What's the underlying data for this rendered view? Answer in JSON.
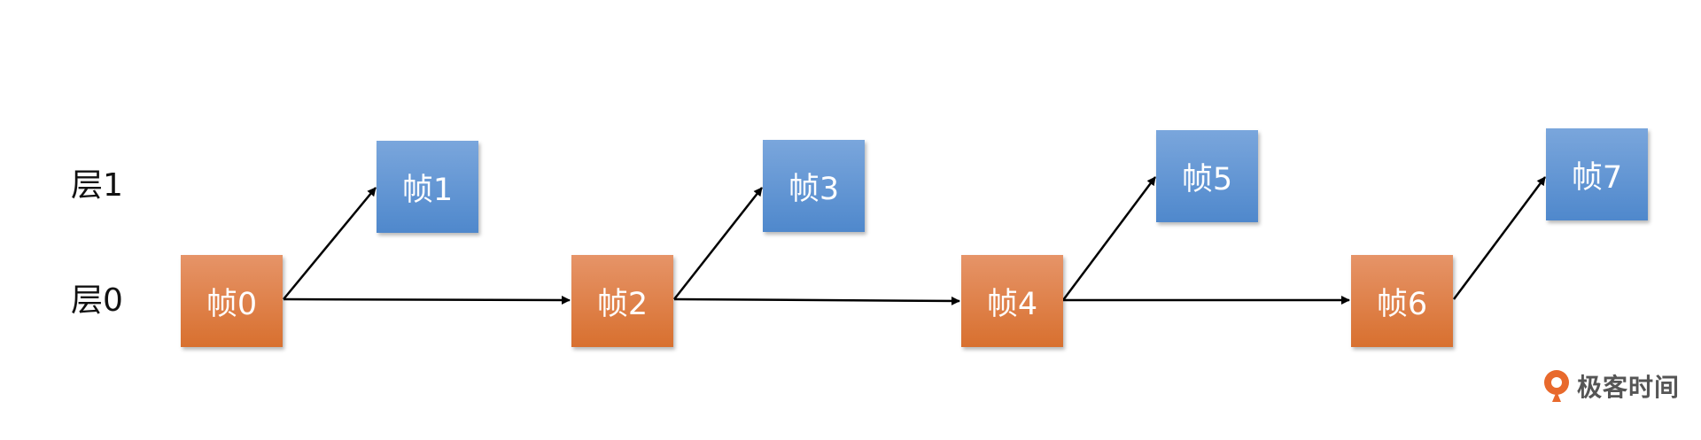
{
  "layers": {
    "layer1": "层1",
    "layer0": "层0"
  },
  "frames": {
    "f0": "帧0",
    "f1": "帧1",
    "f2": "帧2",
    "f3": "帧3",
    "f4": "帧4",
    "f5": "帧5",
    "f6": "帧6",
    "f7": "帧7"
  },
  "edges": [
    [
      "帧0",
      "帧1"
    ],
    [
      "帧0",
      "帧2"
    ],
    [
      "帧2",
      "帧3"
    ],
    [
      "帧2",
      "帧4"
    ],
    [
      "帧4",
      "帧5"
    ],
    [
      "帧4",
      "帧6"
    ],
    [
      "帧6",
      "帧7"
    ]
  ],
  "logo": {
    "text": "极客时间"
  },
  "colors": {
    "base_layer": "#dd7a3c",
    "enhancement_layer": "#5b8fd0",
    "logo_accent": "#e8692c"
  }
}
